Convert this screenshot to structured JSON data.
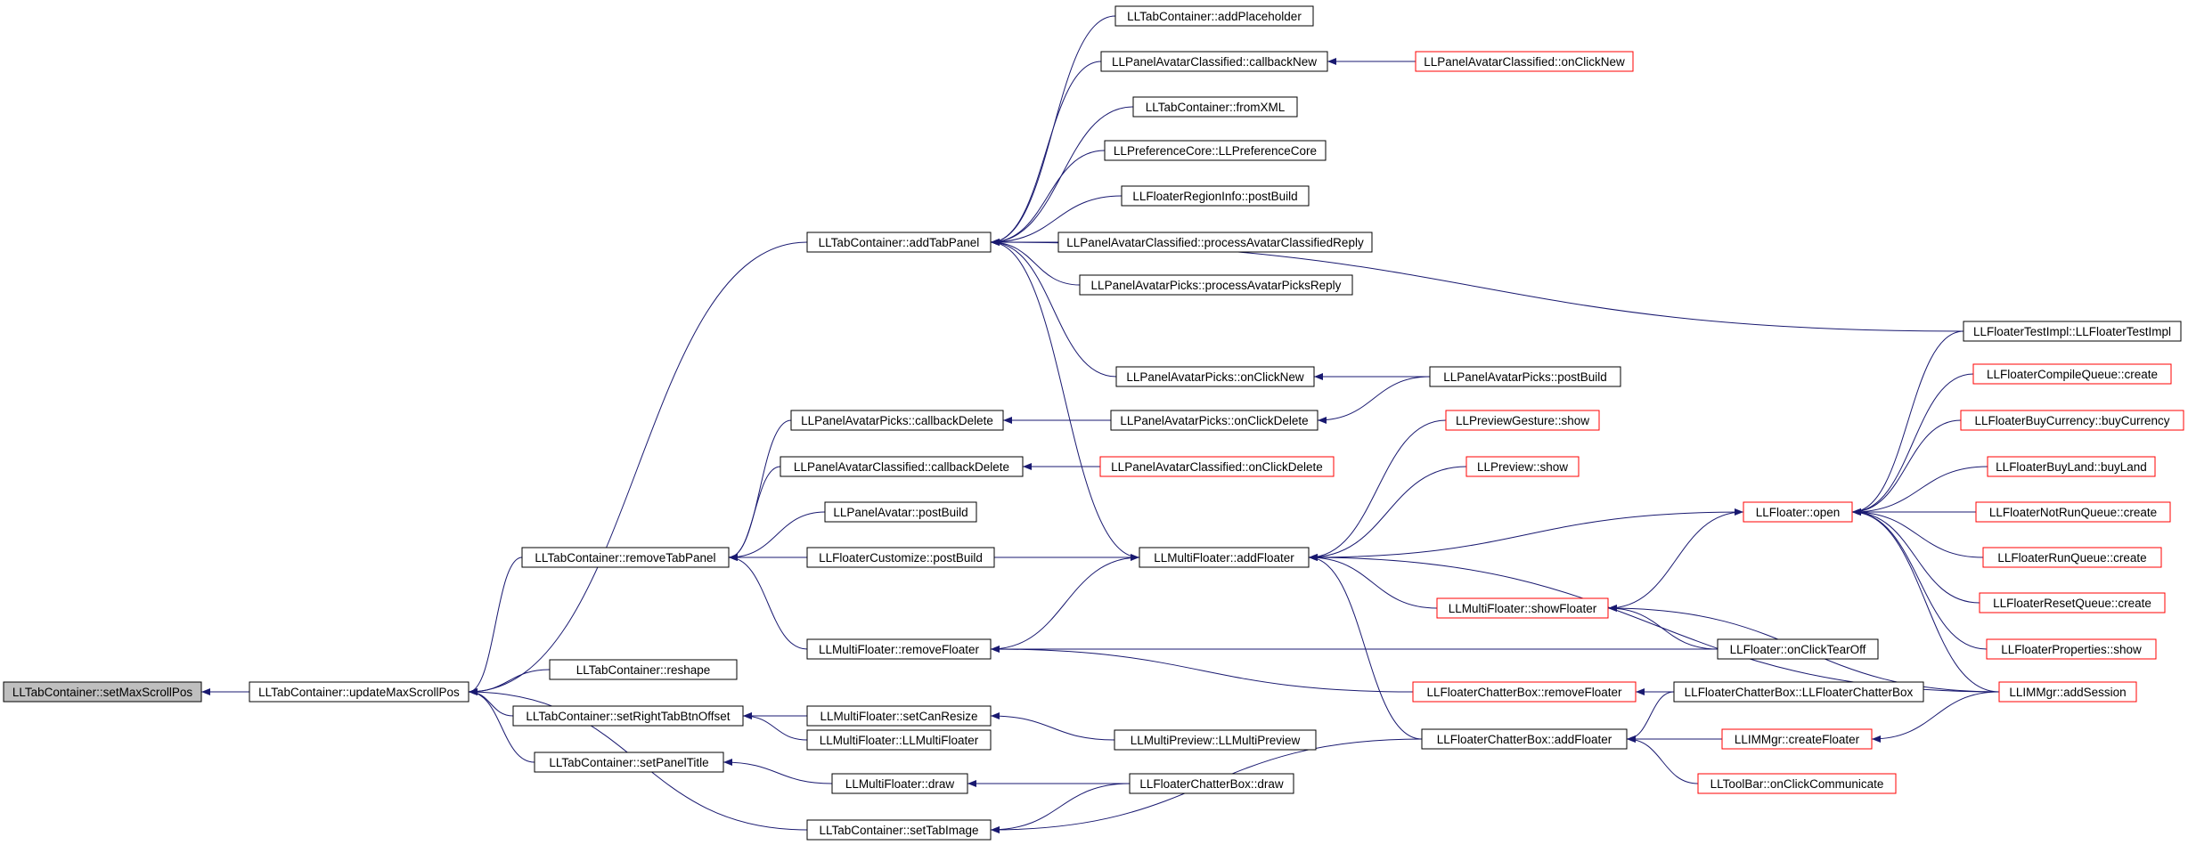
{
  "colors": {
    "edge": "#191970",
    "node_border": "#000000",
    "node_border_truncated": "#ff0000",
    "node_fill": "#ffffff",
    "focus_fill": "#bfbfbf"
  },
  "nodes": [
    {
      "id": "setMaxScrollPos",
      "label": "LLTabContainer::setMaxScrollPos",
      "style": "focus"
    },
    {
      "id": "updateMaxScrollPos",
      "label": "LLTabContainer::updateMaxScrollPos",
      "style": "normal"
    },
    {
      "id": "addTabPanel",
      "label": "LLTabContainer::addTabPanel",
      "style": "normal"
    },
    {
      "id": "removeTabPanel",
      "label": "LLTabContainer::removeTabPanel",
      "style": "normal"
    },
    {
      "id": "reshape",
      "label": "LLTabContainer::reshape",
      "style": "normal"
    },
    {
      "id": "setRightTabBtnOffset",
      "label": "LLTabContainer::setRightTabBtnOffset",
      "style": "normal"
    },
    {
      "id": "setPanelTitle",
      "label": "LLTabContainer::setPanelTitle",
      "style": "normal"
    },
    {
      "id": "setTabImage",
      "label": "LLTabContainer::setTabImage",
      "style": "normal"
    },
    {
      "id": "addPlaceholder",
      "label": "LLTabContainer::addPlaceholder",
      "style": "normal"
    },
    {
      "id": "pacCallbackNew",
      "label": "LLPanelAvatarClassified::callbackNew",
      "style": "normal"
    },
    {
      "id": "pacOnClickNew",
      "label": "LLPanelAvatarClassified::onClickNew",
      "style": "truncated"
    },
    {
      "id": "fromXML",
      "label": "LLTabContainer::fromXML",
      "style": "normal"
    },
    {
      "id": "prefCore",
      "label": "LLPreferenceCore::LLPreferenceCore",
      "style": "normal"
    },
    {
      "id": "regionInfo",
      "label": "LLFloaterRegionInfo::postBuild",
      "style": "normal"
    },
    {
      "id": "procClassified",
      "label": "LLPanelAvatarClassified::processAvatarClassifiedReply",
      "style": "normal"
    },
    {
      "id": "procPicks",
      "label": "LLPanelAvatarPicks::processAvatarPicksReply",
      "style": "normal"
    },
    {
      "id": "testImpl",
      "label": "LLFloaterTestImpl::LLFloaterTestImpl",
      "style": "normal"
    },
    {
      "id": "papOnClickNew",
      "label": "LLPanelAvatarPicks::onClickNew",
      "style": "normal"
    },
    {
      "id": "papPostBuild",
      "label": "LLPanelAvatarPicks::postBuild",
      "style": "normal"
    },
    {
      "id": "papCallbackDelete",
      "label": "LLPanelAvatarPicks::callbackDelete",
      "style": "normal"
    },
    {
      "id": "papOnClickDelete",
      "label": "LLPanelAvatarPicks::onClickDelete",
      "style": "normal"
    },
    {
      "id": "pacCallbackDelete",
      "label": "LLPanelAvatarClassified::callbackDelete",
      "style": "normal"
    },
    {
      "id": "pacOnClickDelete",
      "label": "LLPanelAvatarClassified::onClickDelete",
      "style": "truncated"
    },
    {
      "id": "panelAvatarPostBuild",
      "label": "LLPanelAvatar::postBuild",
      "style": "normal"
    },
    {
      "id": "customizePostBuild",
      "label": "LLFloaterCustomize::postBuild",
      "style": "normal"
    },
    {
      "id": "mfAddFloater",
      "label": "LLMultiFloater::addFloater",
      "style": "normal"
    },
    {
      "id": "mfRemoveFloater",
      "label": "LLMultiFloater::removeFloater",
      "style": "normal"
    },
    {
      "id": "mfSetCanResize",
      "label": "LLMultiFloater::setCanResize",
      "style": "normal"
    },
    {
      "id": "mfCtor",
      "label": "LLMultiFloater::LLMultiFloater",
      "style": "normal"
    },
    {
      "id": "mfDraw",
      "label": "LLMultiFloater::draw",
      "style": "normal"
    },
    {
      "id": "mpCtor",
      "label": "LLMultiPreview::LLMultiPreview",
      "style": "normal"
    },
    {
      "id": "fcbDraw",
      "label": "LLFloaterChatterBox::draw",
      "style": "normal"
    },
    {
      "id": "previewGesture",
      "label": "LLPreviewGesture::show",
      "style": "truncated"
    },
    {
      "id": "previewShow",
      "label": "LLPreview::show",
      "style": "truncated"
    },
    {
      "id": "mfShowFloater",
      "label": "LLMultiFloater::showFloater",
      "style": "truncated"
    },
    {
      "id": "fcbRemoveFloater",
      "label": "LLFloaterChatterBox::removeFloater",
      "style": "truncated"
    },
    {
      "id": "fcbAddFloater",
      "label": "LLFloaterChatterBox::addFloater",
      "style": "normal"
    },
    {
      "id": "fOpen",
      "label": "LLFloater::open",
      "style": "truncated"
    },
    {
      "id": "fOnClickTearOff",
      "label": "LLFloater::onClickTearOff",
      "style": "normal"
    },
    {
      "id": "fcbCtor",
      "label": "LLFloaterChatterBox::LLFloaterChatterBox",
      "style": "normal"
    },
    {
      "id": "imCreateFloater",
      "label": "LLIMMgr::createFloater",
      "style": "truncated"
    },
    {
      "id": "toolbarComm",
      "label": "LLToolBar::onClickCommunicate",
      "style": "truncated"
    },
    {
      "id": "compileQueue",
      "label": "LLFloaterCompileQueue::create",
      "style": "truncated"
    },
    {
      "id": "buyCurrency",
      "label": "LLFloaterBuyCurrency::buyCurrency",
      "style": "truncated"
    },
    {
      "id": "buyLand",
      "label": "LLFloaterBuyLand::buyLand",
      "style": "truncated"
    },
    {
      "id": "notRunQueue",
      "label": "LLFloaterNotRunQueue::create",
      "style": "truncated"
    },
    {
      "id": "runQueue",
      "label": "LLFloaterRunQueue::create",
      "style": "truncated"
    },
    {
      "id": "resetQueue",
      "label": "LLFloaterResetQueue::create",
      "style": "truncated"
    },
    {
      "id": "floaterProps",
      "label": "LLFloaterProperties::show",
      "style": "truncated"
    },
    {
      "id": "imAddSession",
      "label": "LLIMMgr::addSession",
      "style": "truncated"
    }
  ],
  "edges": [
    [
      "updateMaxScrollPos",
      "setMaxScrollPos"
    ],
    [
      "addTabPanel",
      "updateMaxScrollPos"
    ],
    [
      "removeTabPanel",
      "updateMaxScrollPos"
    ],
    [
      "reshape",
      "updateMaxScrollPos"
    ],
    [
      "setRightTabBtnOffset",
      "updateMaxScrollPos"
    ],
    [
      "setPanelTitle",
      "updateMaxScrollPos"
    ],
    [
      "setTabImage",
      "updateMaxScrollPos"
    ],
    [
      "addPlaceholder",
      "addTabPanel"
    ],
    [
      "pacCallbackNew",
      "addTabPanel"
    ],
    [
      "pacOnClickNew",
      "pacCallbackNew"
    ],
    [
      "fromXML",
      "addTabPanel"
    ],
    [
      "prefCore",
      "addTabPanel"
    ],
    [
      "regionInfo",
      "addTabPanel"
    ],
    [
      "procClassified",
      "addTabPanel"
    ],
    [
      "procPicks",
      "addTabPanel"
    ],
    [
      "testImpl",
      "addTabPanel"
    ],
    [
      "papOnClickNew",
      "addTabPanel"
    ],
    [
      "papPostBuild",
      "papOnClickNew"
    ],
    [
      "mfAddFloater",
      "addTabPanel"
    ],
    [
      "papCallbackDelete",
      "removeTabPanel"
    ],
    [
      "papOnClickDelete",
      "papCallbackDelete"
    ],
    [
      "papPostBuild",
      "papOnClickDelete"
    ],
    [
      "pacCallbackDelete",
      "removeTabPanel"
    ],
    [
      "pacOnClickDelete",
      "pacCallbackDelete"
    ],
    [
      "panelAvatarPostBuild",
      "removeTabPanel"
    ],
    [
      "customizePostBuild",
      "removeTabPanel"
    ],
    [
      "mfAddFloater",
      "removeTabPanel"
    ],
    [
      "mfRemoveFloater",
      "removeTabPanel"
    ],
    [
      "mfSetCanResize",
      "setRightTabBtnOffset"
    ],
    [
      "mfCtor",
      "setRightTabBtnOffset"
    ],
    [
      "mpCtor",
      "mfSetCanResize"
    ],
    [
      "mfDraw",
      "setPanelTitle"
    ],
    [
      "fcbDraw",
      "mfDraw"
    ],
    [
      "fcbDraw",
      "setTabImage"
    ],
    [
      "fcbAddFloater",
      "setTabImage"
    ],
    [
      "mfRemoveFloater",
      "mfAddFloater"
    ],
    [
      "previewGesture",
      "mfAddFloater"
    ],
    [
      "previewShow",
      "mfAddFloater"
    ],
    [
      "fOpen",
      "mfAddFloater"
    ],
    [
      "mfShowFloater",
      "mfAddFloater"
    ],
    [
      "imAddSession",
      "mfAddFloater"
    ],
    [
      "fcbAddFloater",
      "mfAddFloater"
    ],
    [
      "fOnClickTearOff",
      "mfRemoveFloater"
    ],
    [
      "fcbRemoveFloater",
      "mfRemoveFloater"
    ],
    [
      "fcbCtor",
      "fcbRemoveFloater"
    ],
    [
      "fOnClickTearOff",
      "mfShowFloater"
    ],
    [
      "imAddSession",
      "mfShowFloater"
    ],
    [
      "mfShowFloater",
      "fOpen"
    ],
    [
      "fcbCtor",
      "fcbAddFloater"
    ],
    [
      "imCreateFloater",
      "fcbAddFloater"
    ],
    [
      "toolbarComm",
      "fcbAddFloater"
    ],
    [
      "imAddSession",
      "imCreateFloater"
    ],
    [
      "testImpl",
      "fOpen"
    ],
    [
      "compileQueue",
      "fOpen"
    ],
    [
      "buyCurrency",
      "fOpen"
    ],
    [
      "buyLand",
      "fOpen"
    ],
    [
      "notRunQueue",
      "fOpen"
    ],
    [
      "runQueue",
      "fOpen"
    ],
    [
      "resetQueue",
      "fOpen"
    ],
    [
      "floaterProps",
      "fOpen"
    ],
    [
      "imAddSession",
      "fOpen"
    ]
  ]
}
